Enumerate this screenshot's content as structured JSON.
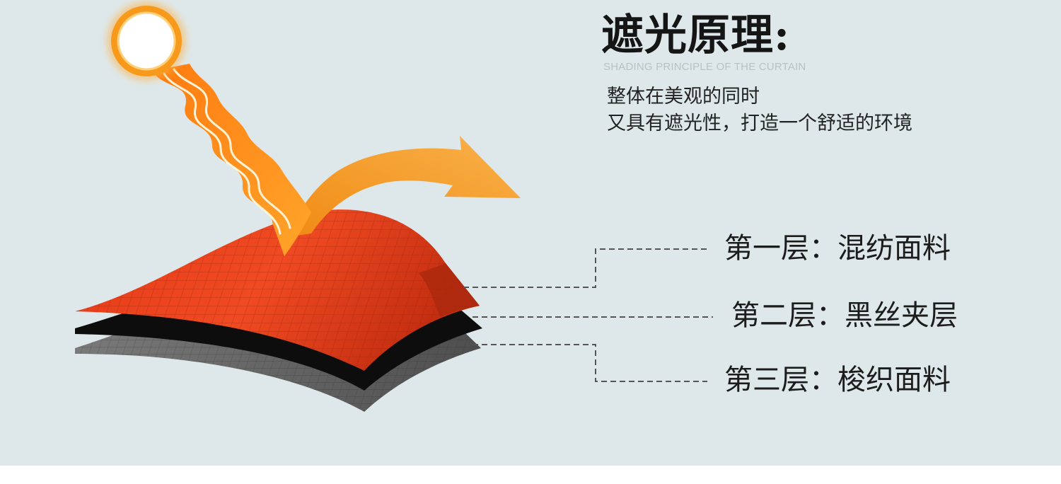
{
  "heading": {
    "title": "遮光原理:",
    "subtitle": "SHADING PRINCIPLE OF THE CURTAIN",
    "description_lines": [
      "整体在美观的同时",
      "又具有遮光性，打造一个舒适的环境"
    ]
  },
  "layers": [
    {
      "label": "第一层：混纺面料"
    },
    {
      "label": "第二层：黑丝夹层"
    },
    {
      "label": "第三层：梭织面料"
    }
  ],
  "colors": {
    "background": "#dee8ea",
    "sun": "#ff9a1a",
    "top_fabric": "#e8401c",
    "middle_fabric": "#0d0d0d",
    "bottom_fabric": "#6b6b6b",
    "reflection_arrow": "#f7a335",
    "leader_line": "#555555"
  },
  "icons": {
    "sun": "sun-ring-icon",
    "light_rays": "wavy-light-beam-icon",
    "reflection": "curved-arrow-icon"
  }
}
